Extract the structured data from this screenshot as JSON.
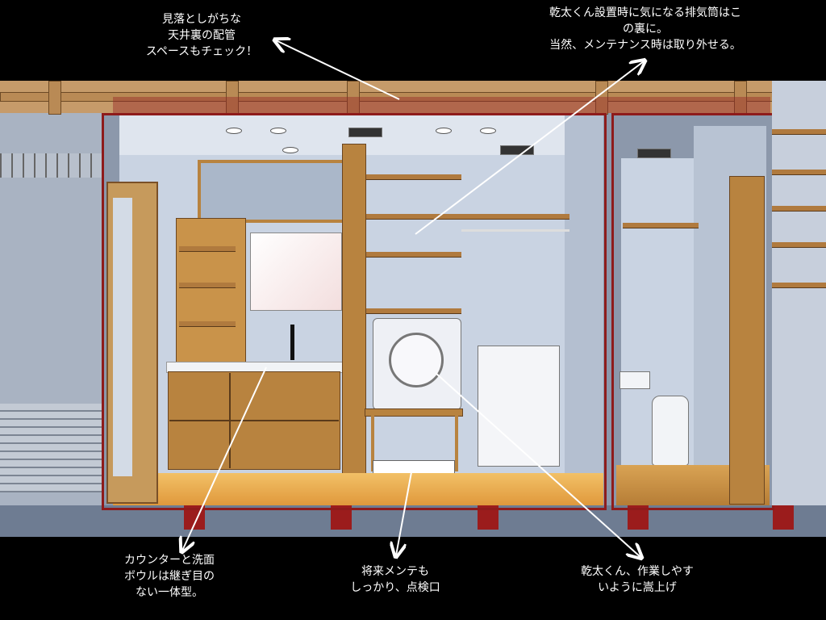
{
  "annotations": {
    "ceiling_piping": "見落としがちな\n天井裏の配管\nスペースもチェック！",
    "exhaust_pipe": "乾太くん設置時に気になる排気筒はこ\nの裏に。\n当然、メンテナンス時は取り外せる。",
    "counter_bowl": "カウンターと洗面\nボウルは継ぎ目の\nない一体型。",
    "inspection_hatch": "将来メンテも\nしっかり、点検口",
    "raised_platform": "乾太くん、作業しやす\nいように嵩上げ"
  },
  "colors": {
    "background": "#000000",
    "annotation_text": "#ffffff",
    "frame_red": "#8e1b1b",
    "floor": "#e8a94a",
    "wood": "#b8833f"
  }
}
